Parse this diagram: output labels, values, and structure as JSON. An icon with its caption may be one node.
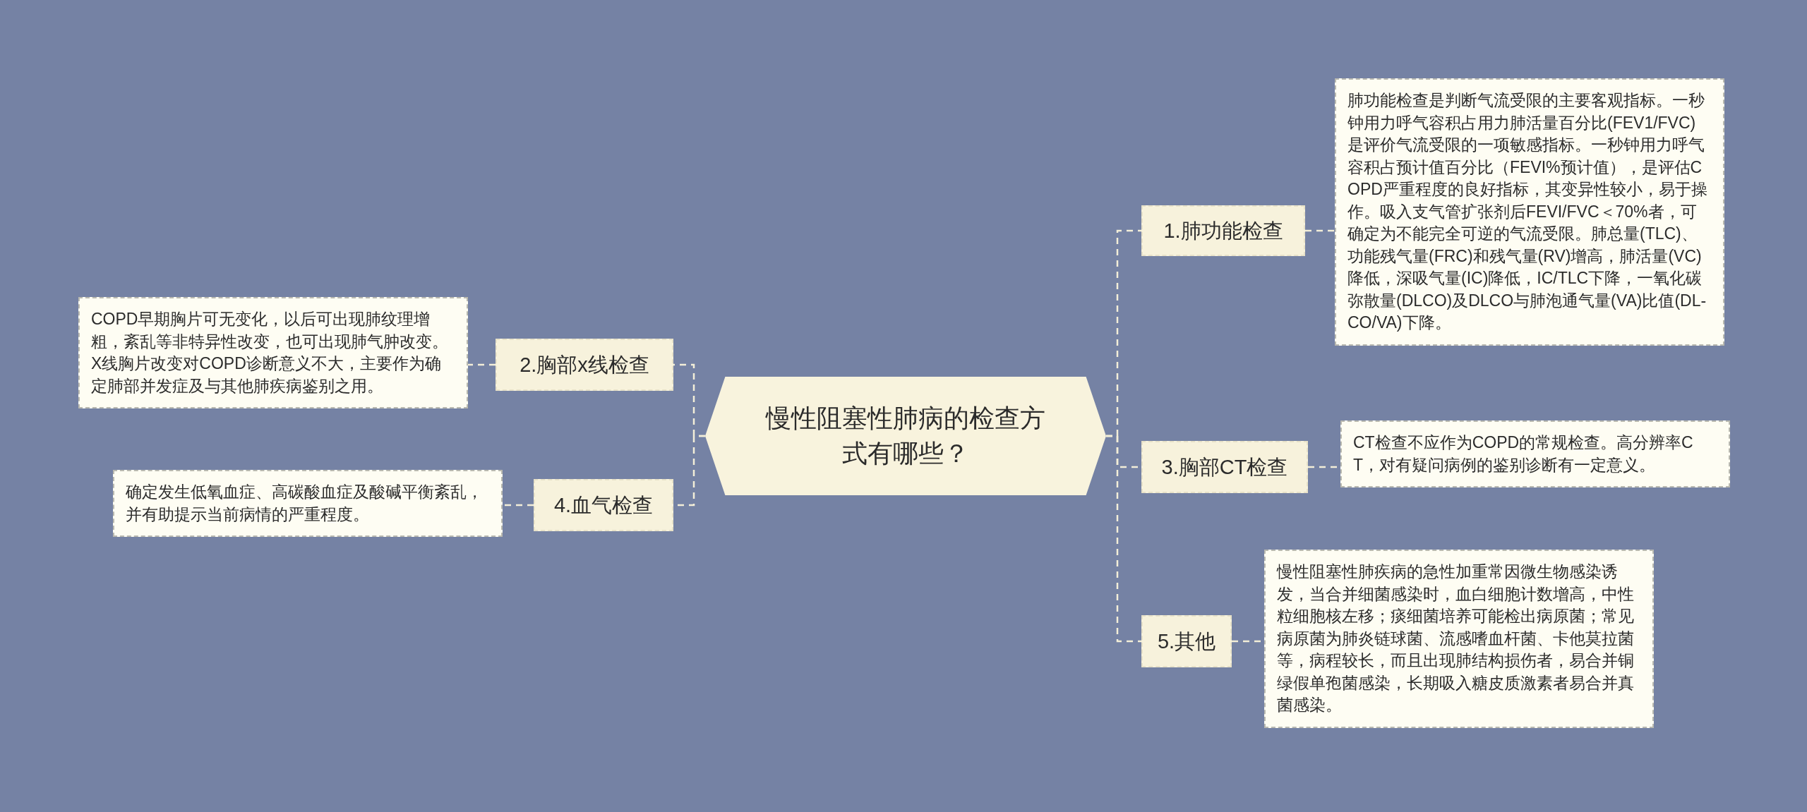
{
  "diagram": {
    "nodes": [
      {
        "text": [
          "慢性阻塞性肺病的检查方式有哪些？"
        ]
      },
      {
        "text": [
          "1.肺功能检查"
        ]
      },
      {
        "text": [
          "肺功能检查是判断气流受限的主要客观指标。一秒钟用力呼气容积占用力肺活量百分比(FEV1/FVC)是评价气流受限的一项敏感指标。一秒钟用力呼气容积占预计值百分比（FEVI%预计值），是评估COPD严重程度的良好指标，其变异性较小，易于操作。吸入支气管扩张剂后FEVI/FVC＜70%者，可确定为不能完全可逆的气流受限。肺总量(TLC)、功能残气量(FRC)和残气量(RV)增高，肺活量(VC)降低，深吸气量(IC)降低，IC/TLC下降，一氧化碳弥散量(DLCO)及DLCO与肺泡通气量(VA)比值(DL-CO/VA)下降。"
        ]
      },
      {
        "text": [
          "2.胸部x线检查"
        ]
      },
      {
        "text": [
          "COPD早期胸片可无变化，以后可出现肺纹理增粗，紊乱等非特异性改变，也可出现肺气肿改变。X线胸片改变对COPD诊断意义不大，主要作为确定肺部并发症及与其他肺疾病鉴别之用。"
        ]
      },
      {
        "text": [
          "3.胸部CT检查"
        ]
      },
      {
        "text": [
          "CT检查不应作为COPD的常规检查。高分辨率CT，对有疑问病例的鉴别诊断有一定意义。"
        ]
      },
      {
        "text": [
          "4.血气检查"
        ]
      },
      {
        "text": [
          "确定发生低氧血症、高碳酸血症及酸碱平衡紊乱，并有助提示当前病情的严重程度。"
        ]
      },
      {
        "text": [
          "5.其他"
        ]
      },
      {
        "text": [
          "慢性阻塞性肺疾病的急性加重常因微生物感染诱发，当合并细菌感染时，血白细胞计数增高，中性粒细胞核左移；痰细菌培养可能检出病原菌；常见病原菌为肺炎链球菌、流感嗜血杆菌、卡他莫拉菌等，病程较长，而且出现肺结构损伤者，易合并铜绿假单孢菌感染，长期吸入糖皮质激素者易合并真菌感染。"
        ]
      }
    ],
    "edges": [
      {
        "from": 0,
        "to": 1,
        "arrow": "none",
        "style": "dashed"
      },
      {
        "from": 1,
        "to": 2,
        "arrow": "none",
        "style": "dashed"
      },
      {
        "from": 0,
        "to": 3,
        "arrow": "none",
        "style": "dashed"
      },
      {
        "from": 3,
        "to": 4,
        "arrow": "none",
        "style": "dashed"
      },
      {
        "from": 0,
        "to": 5,
        "arrow": "none",
        "style": "dashed"
      },
      {
        "from": 5,
        "to": 6,
        "arrow": "none",
        "style": "dashed"
      },
      {
        "from": 0,
        "to": 7,
        "arrow": "none",
        "style": "dashed"
      },
      {
        "from": 7,
        "to": 8,
        "arrow": "none",
        "style": "dashed"
      },
      {
        "from": 0,
        "to": 9,
        "arrow": "none",
        "style": "dashed"
      },
      {
        "from": 9,
        "to": 10,
        "arrow": "none",
        "style": "dashed"
      }
    ]
  }
}
